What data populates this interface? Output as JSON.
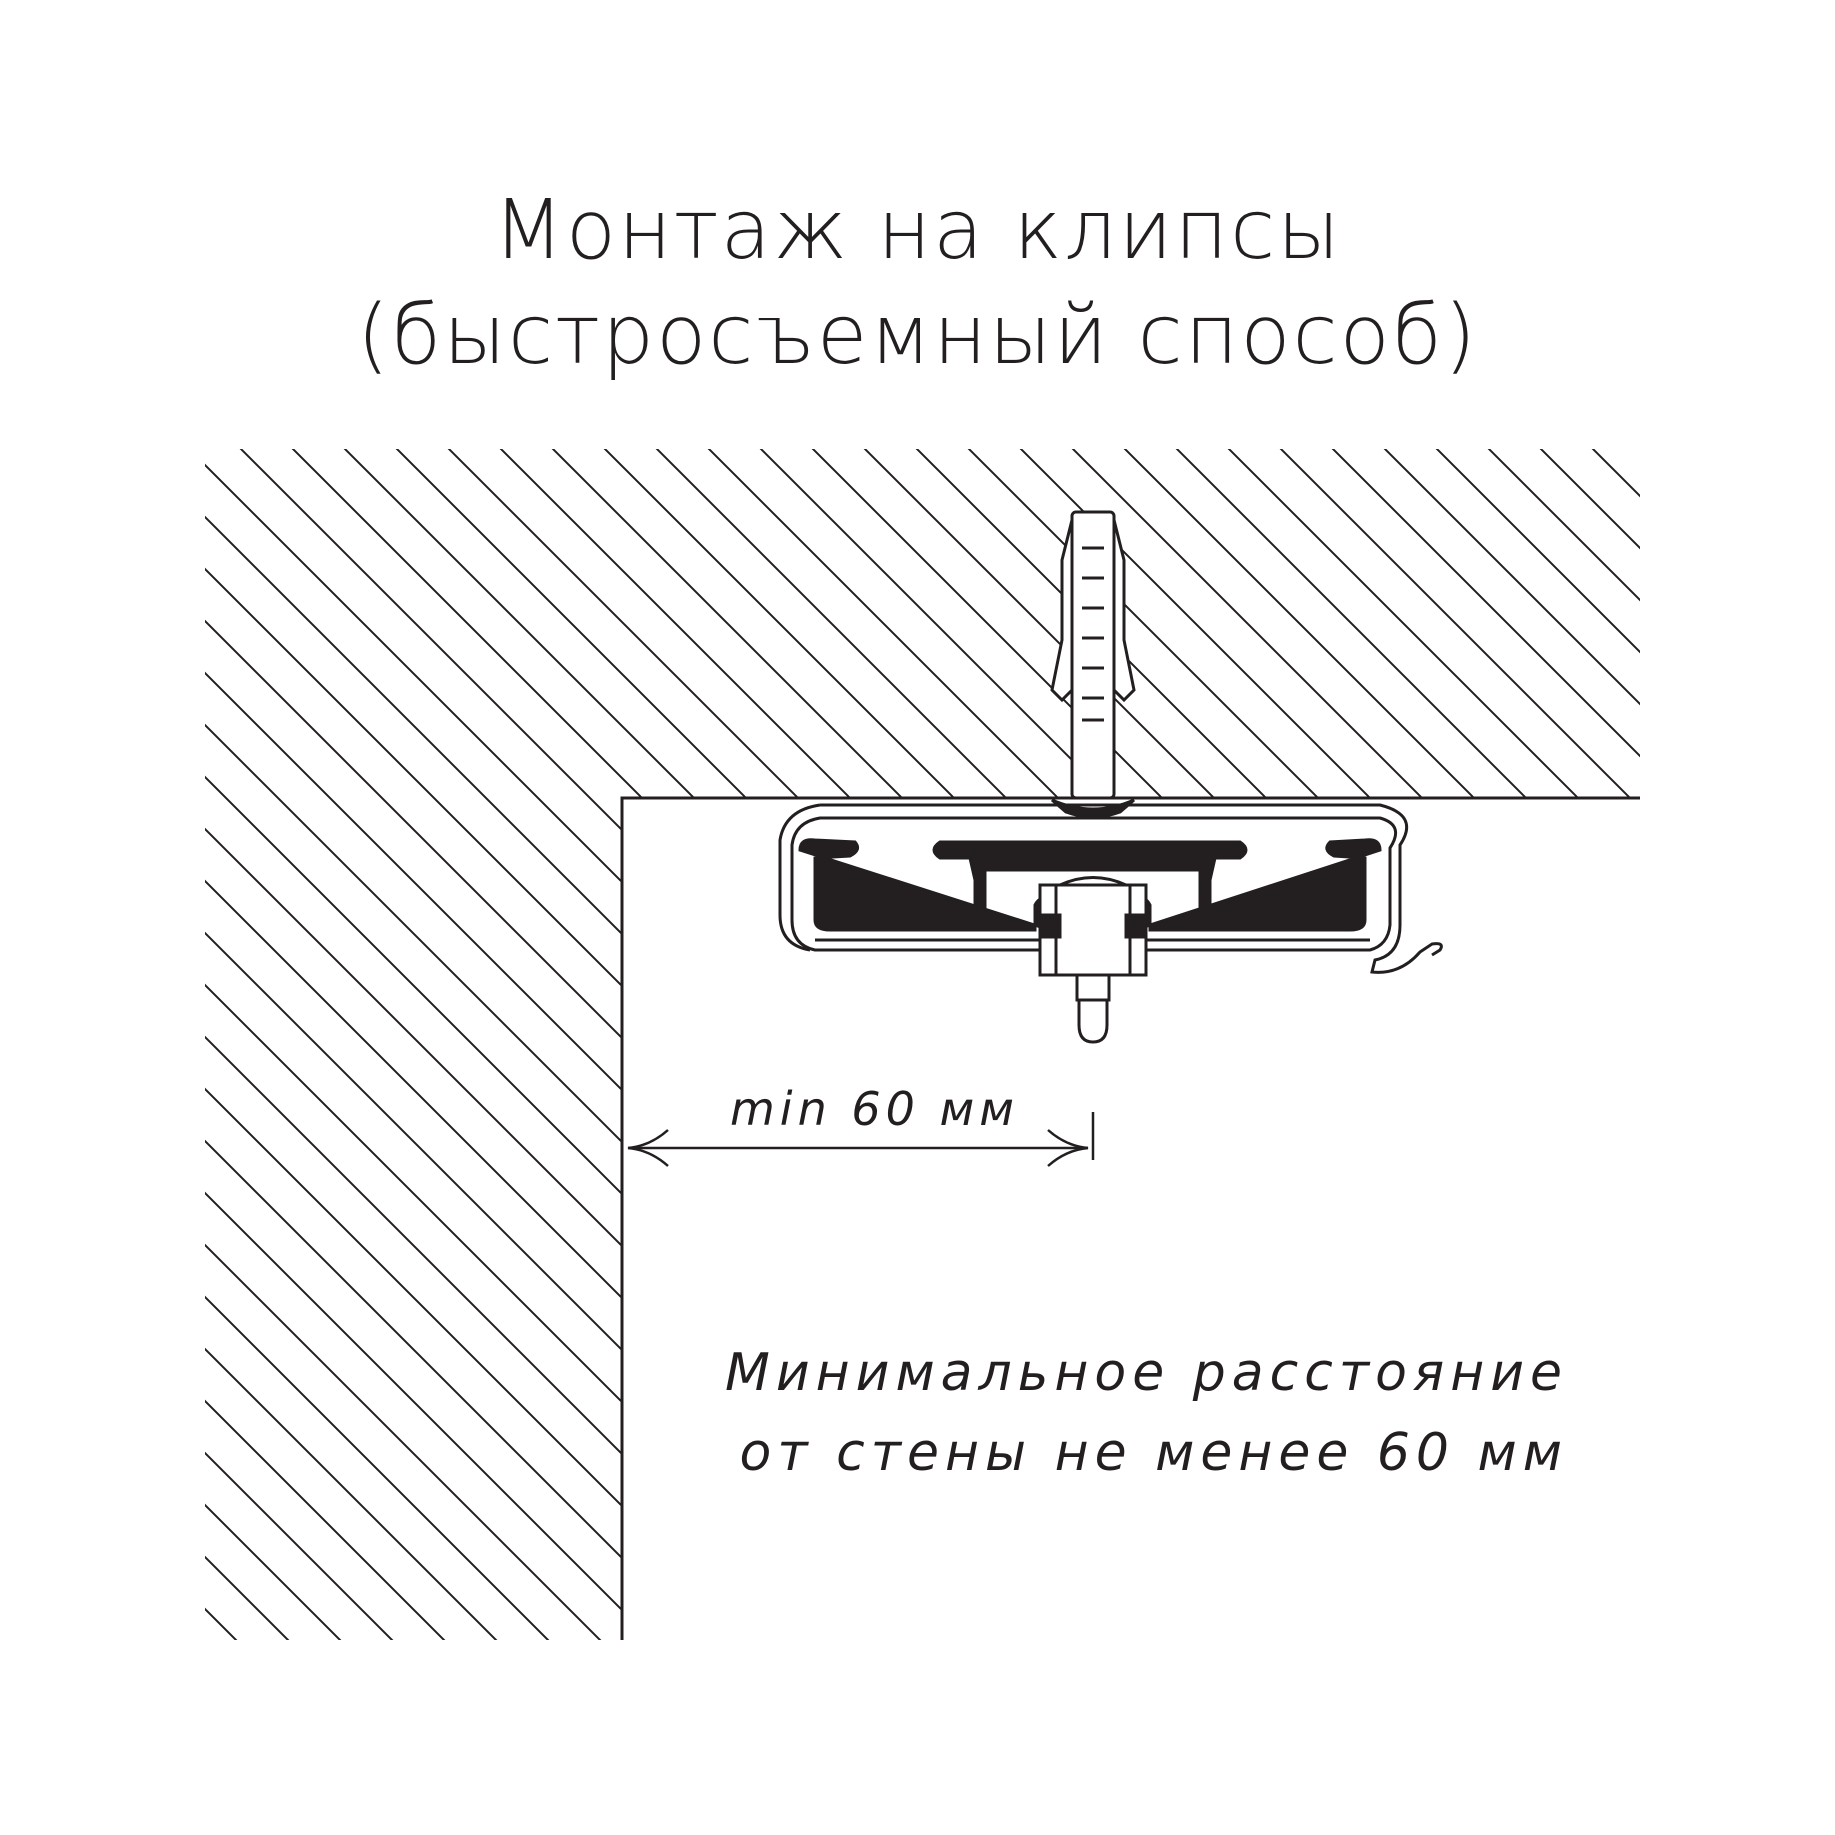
{
  "title": {
    "line1": "Монтаж на клипсы",
    "line2": "(быстросъемный способ)"
  },
  "dimension": {
    "label": "min 60 мм"
  },
  "note": {
    "line1": "Минимальное расстояние",
    "line2": "от стены не менее 60 мм"
  },
  "colors": {
    "ink": "#231f20",
    "background": "#ffffff"
  }
}
